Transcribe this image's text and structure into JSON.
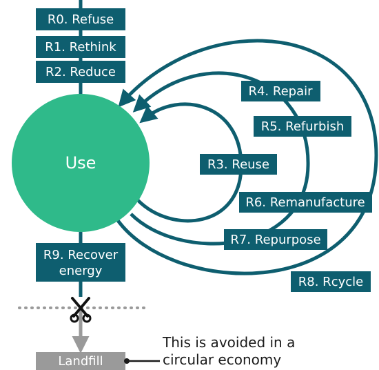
{
  "colors": {
    "teal": "#0e5e6f",
    "green": "#2fba8a",
    "grey": "#9a9a9a",
    "text_dark": "#1a1a1a"
  },
  "use_label": "Use",
  "boxes": {
    "r0": "R0. Refuse",
    "r1": "R1. Rethink",
    "r2": "R2. Reduce",
    "r3": "R3. Reuse",
    "r4": "R4. Repair",
    "r5": "R5. Refurbish",
    "r6": "R6. Remanufacture",
    "r7": "R7. Repurpose",
    "r8": "R8. Rcycle",
    "r9_line1": "R9. Recover",
    "r9_line2": "energy"
  },
  "landfill_label": "Landfill",
  "note": {
    "line1": "This is avoided in a",
    "line2": "circular economy"
  },
  "icons": [
    "scissors-icon"
  ]
}
